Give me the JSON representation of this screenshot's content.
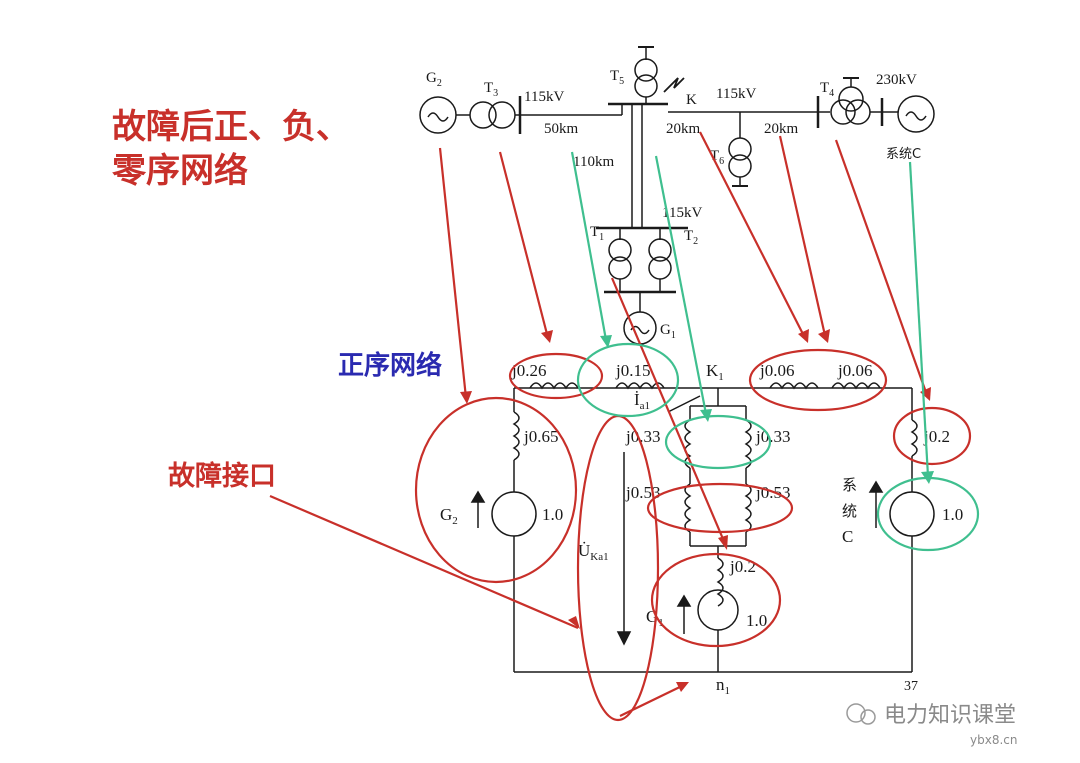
{
  "title_lines": [
    "故障后正、负、",
    "零序网络"
  ],
  "subtitle_positive": "正序网络",
  "label_fault_port": "故障接口",
  "top": {
    "G2": "G",
    "G2_sub": "2",
    "T3": "T",
    "T3_sub": "3",
    "T5": "T",
    "T5_sub": "5",
    "K": "K",
    "v115_left": "115kV",
    "v115_right": "115kV",
    "v115_mid": "115kV",
    "d50": "50km",
    "d110": "110km",
    "d20a": "20km",
    "d20b": "20km",
    "T6": "T",
    "T6_sub": "6",
    "T4": "T",
    "T4_sub": "4",
    "v230": "230kV",
    "sysC": "系统C",
    "T1": "T",
    "T1_sub": "1",
    "T2": "T",
    "T2_sub": "2",
    "G1": "G",
    "G1_sub": "1"
  },
  "network": {
    "x_026": "j0.26",
    "x_015": "j0.15",
    "K1": "K",
    "K1_sub": "1",
    "x_006a": "j0.06",
    "x_006b": "j0.06",
    "Ia": "İ",
    "Ia_sub": "a1",
    "x_065": "j0.65",
    "x_033a": "j0.33",
    "x_033b": "j0.33",
    "x_02_right": "j0.2",
    "G2": "G",
    "G2_sub": "2",
    "e_G2": "1.0",
    "x_053a": "j0.53",
    "x_053b": "j0.53",
    "sys_label": [
      "系",
      "统",
      "C"
    ],
    "e_sys": "1.0",
    "Uk": "U̇",
    "Uk_sub": "Ka1",
    "x_02_g1": "j0.2",
    "G1": "G",
    "G1_sub": "1",
    "e_G1": "1.0",
    "n1": "n",
    "n1_sub": "1"
  },
  "page_number": "37",
  "watermark": "电力知识课堂",
  "watermark_url": "ybx8.cn",
  "colors": {
    "red": "#c8302a",
    "green": "#3fbf8f",
    "blue": "#2a2ab0",
    "ink": "#1a1a1a"
  }
}
